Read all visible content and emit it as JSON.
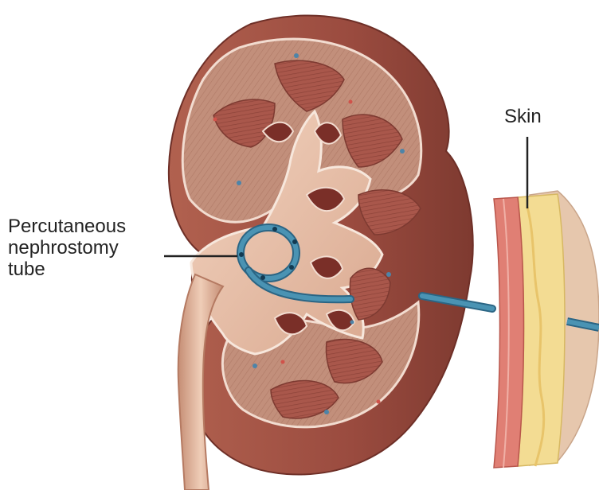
{
  "labels": {
    "tube": "Percutaneous\nnephrostomy\ntube",
    "skin": "Skin"
  },
  "colors": {
    "capsule": "#9a4b3f",
    "capsule_dark": "#6e2f27",
    "cortex": "#c89a86",
    "medulla_pyramid": "#a9574b",
    "pelvis": "#e8c3ab",
    "ureter": "#e0b79f",
    "tube": "#4a93b3",
    "tube_dark": "#2b6584",
    "skin_epidermis": "#e07f74",
    "skin_fat": "#f3dc93",
    "skin_tissue": "#e6c7ad",
    "leader_line": "#222222"
  },
  "icons": {
    "kidney": "kidney-illustration",
    "skin": "skin-cross-section"
  }
}
